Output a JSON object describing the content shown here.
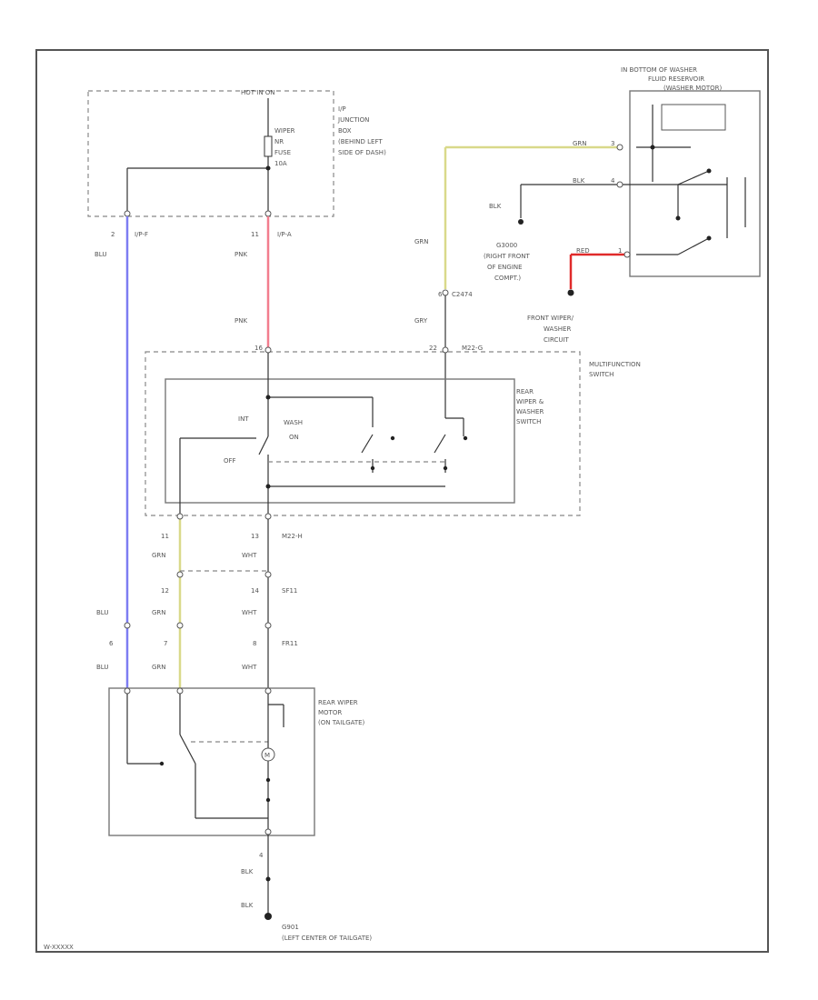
{
  "title": "",
  "figure_id": "W-XXXXX",
  "fuse_box": {
    "header": "HOT IN ON",
    "fuse_label_1": "WIPER",
    "fuse_label_2": "NR",
    "fuse_label_3": "FUSE",
    "fuse_label_4": "10A",
    "desc_1": "I/P",
    "desc_2": "JUNCTION",
    "desc_3": "BOX",
    "desc_4": "(BEHIND LEFT",
    "desc_5": "SIDE OF DASH)",
    "pin_left": "2",
    "conn_left": "I/P-F",
    "pin_right": "11",
    "conn_right": "I/P-A"
  },
  "wires": {
    "blu": "BLU",
    "pnk": "PNK",
    "grn": "GRN",
    "gry": "GRY",
    "wht": "WHT",
    "blk": "BLK",
    "red": "RED",
    "colors": {
      "blu": "#7d7df2",
      "pnk": "#f27d8e",
      "grn": "#d9d98a",
      "red": "#e02a2a"
    }
  },
  "washer": {
    "title_1": "IN BOTTOM OF WASHER",
    "title_2": "FLUID RESERVOIR",
    "title_3": "(WASHER MOTOR)",
    "ground_name": "G3000",
    "ground_desc_1": "(RIGHT FRONT",
    "ground_desc_2": "OF ENGINE",
    "ground_desc_3": "COMPT.)",
    "front_circuit_1": "FRONT WIPER/",
    "front_circuit_2": "WASHER",
    "front_circuit_3": "CIRCUIT",
    "pin_grn": "3",
    "pin_blk": "4",
    "pin_red": "1"
  },
  "multifunction": {
    "label_1": "MULTIFUNCTION",
    "label_2": "SWITCH",
    "switch_1": "REAR",
    "switch_2": "WIPER &",
    "switch_3": "WASHER",
    "switch_4": "SWITCH",
    "pos_int": "INT",
    "pos_wash": "WASH",
    "pos_on": "ON",
    "pos_off": "OFF",
    "pin_top": "16",
    "conn_top_left": "22",
    "conn_top_right": "M22-G",
    "conn_grn_pin": "6",
    "conn_grn_name": "C2474",
    "pin_b1": "11",
    "pin_b2": "13",
    "conn_bottom": "M22-H"
  },
  "harness": {
    "pin_a": "12",
    "pin_b": "14",
    "conn_1": "SF11",
    "conn_2": "FR11",
    "pin_c": "7",
    "pin_d": "8",
    "pin_e": "6"
  },
  "rear_motor": {
    "label_1": "REAR WIPER",
    "label_2": "MOTOR",
    "label_3": "(ON TAILGATE)",
    "pin_bottom": "4",
    "ground_name": "G901",
    "ground_desc": "(LEFT CENTER OF TAILGATE)"
  }
}
